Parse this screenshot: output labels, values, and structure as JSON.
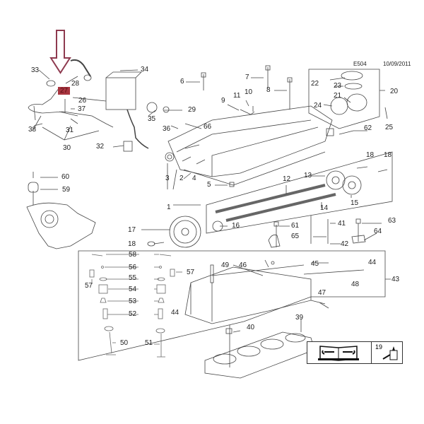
{
  "header": {
    "code": "E504",
    "date": "10/09/2011"
  },
  "highlight": {
    "part": "27",
    "color": "#a8353f",
    "arrow_color": "#8e3a4f"
  },
  "callouts": [
    {
      "id": "33"
    },
    {
      "id": "28"
    },
    {
      "id": "26"
    },
    {
      "id": "37"
    },
    {
      "id": "38"
    },
    {
      "id": "31"
    },
    {
      "id": "30"
    },
    {
      "id": "32"
    },
    {
      "id": "34"
    },
    {
      "id": "35"
    },
    {
      "id": "36"
    },
    {
      "id": "29"
    },
    {
      "id": "6"
    },
    {
      "id": "7"
    },
    {
      "id": "8"
    },
    {
      "id": "9"
    },
    {
      "id": "10"
    },
    {
      "id": "11"
    },
    {
      "id": "66"
    },
    {
      "id": "3"
    },
    {
      "id": "2"
    },
    {
      "id": "4"
    },
    {
      "id": "5"
    },
    {
      "id": "1"
    },
    {
      "id": "22"
    },
    {
      "id": "23"
    },
    {
      "id": "21"
    },
    {
      "id": "24"
    },
    {
      "id": "20"
    },
    {
      "id": "62"
    },
    {
      "id": "25"
    },
    {
      "id": "18a"
    },
    {
      "id": "18b"
    },
    {
      "id": "13"
    },
    {
      "id": "12"
    },
    {
      "id": "14"
    },
    {
      "id": "15"
    },
    {
      "id": "16"
    },
    {
      "id": "17"
    },
    {
      "id": "18c"
    },
    {
      "id": "60"
    },
    {
      "id": "59"
    },
    {
      "id": "61"
    },
    {
      "id": "65"
    },
    {
      "id": "41"
    },
    {
      "id": "42"
    },
    {
      "id": "63"
    },
    {
      "id": "64"
    },
    {
      "id": "58"
    },
    {
      "id": "56"
    },
    {
      "id": "55"
    },
    {
      "id": "54"
    },
    {
      "id": "53"
    },
    {
      "id": "52"
    },
    {
      "id": "57a"
    },
    {
      "id": "57b"
    },
    {
      "id": "50"
    },
    {
      "id": "51"
    },
    {
      "id": "49"
    },
    {
      "id": "46"
    },
    {
      "id": "45"
    },
    {
      "id": "44a"
    },
    {
      "id": "44b"
    },
    {
      "id": "48"
    },
    {
      "id": "43"
    },
    {
      "id": "47"
    },
    {
      "id": "39"
    },
    {
      "id": "40"
    },
    {
      "id": "19"
    }
  ],
  "labels": {
    "l33": "33",
    "l28": "28",
    "l26": "26",
    "l37": "37",
    "l38": "38",
    "l31": "31",
    "l30": "30",
    "l32": "32",
    "l34": "34",
    "l35": "35",
    "l36": "36",
    "l29": "29",
    "l6": "6",
    "l7": "7",
    "l8": "8",
    "l9": "9",
    "l10": "10",
    "l11": "11",
    "l66": "66",
    "l3": "3",
    "l2": "2",
    "l4": "4",
    "l5": "5",
    "l1": "1",
    "l22": "22",
    "l23": "23",
    "l21": "21",
    "l24": "24",
    "l20": "20",
    "l62": "62",
    "l25": "25",
    "l18a": "18",
    "l18b": "18",
    "l13": "13",
    "l12": "12",
    "l14": "14",
    "l15": "15",
    "l16": "16",
    "l17": "17",
    "l18c": "18",
    "l60": "60",
    "l59": "59",
    "l61": "61",
    "l65": "65",
    "l41": "41",
    "l42": "42",
    "l63": "63",
    "l64": "64",
    "l58": "58",
    "l56": "56",
    "l55": "55",
    "l54": "54",
    "l53": "53",
    "l52": "52",
    "l57a": "57",
    "l57b": "57",
    "l50": "50",
    "l51": "51",
    "l49": "49",
    "l46": "46",
    "l45": "45",
    "l44a": "44",
    "l44b": "44",
    "l48": "48",
    "l43": "43",
    "l47": "47",
    "l39": "39",
    "l40": "40",
    "l19": "19"
  },
  "legend": {
    "manual_icon": "manual-wrench-icon",
    "sealant_icon": "sealant-bottle-icon",
    "sealant_number": "19"
  }
}
